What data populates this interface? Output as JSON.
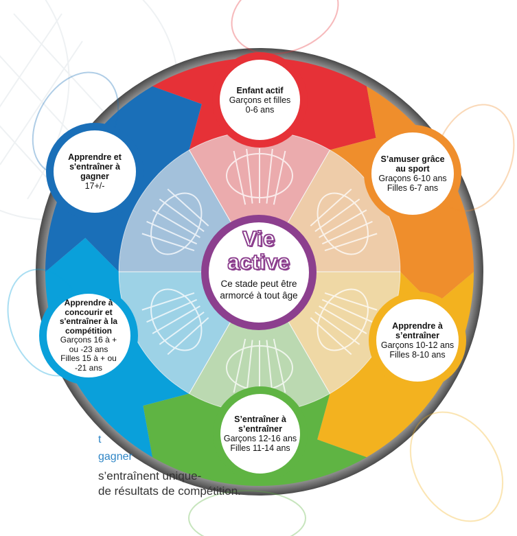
{
  "center": {
    "title": "Vie active",
    "text": "Ce stade peut être armorcé à tout âge"
  },
  "stages": [
    {
      "id": "enfant",
      "title": "Enfant actif",
      "lines": [
        "Garçons et filles",
        "0-6 ans"
      ],
      "color": "#e63137"
    },
    {
      "id": "amuser",
      "title": "S’amuser grâce au sport",
      "lines": [
        "Graçons 6-10 ans",
        "Filles 6-7 ans"
      ],
      "color": "#ef8e2c"
    },
    {
      "id": "apprendre",
      "title": "Apprendre à s’entraîner",
      "lines": [
        "Garçons 10-12 ans",
        "Filles 8-10 ans"
      ],
      "color": "#f3b21f"
    },
    {
      "id": "entrainer",
      "title": "S’entraîner à s’entraîner",
      "lines": [
        "Garçons 12-16 ans",
        "Filles 11-14 ans"
      ],
      "color": "#5fb443"
    },
    {
      "id": "concourir",
      "title": "Apprendre à concourir et s'entraîner à la compétition",
      "lines": [
        "Garçons 16 à + ou -23 ans",
        "Filles 15 à + ou -21 ans"
      ],
      "color": "#0aa0da"
    },
    {
      "id": "gagner",
      "title": "Apprendre et s'entraîner à gagner",
      "lines": [
        "17+/-"
      ],
      "color": "#1a6fb8"
    }
  ],
  "bottom_text": {
    "line1": "t",
    "line2": "gagner",
    "line3": "s’entraînent unique-",
    "line4": "de résultats de compétition."
  },
  "colors": {
    "purple": "#8c3f8e",
    "ring": "#7a7a7a",
    "link_blue": "#2f86c6"
  }
}
